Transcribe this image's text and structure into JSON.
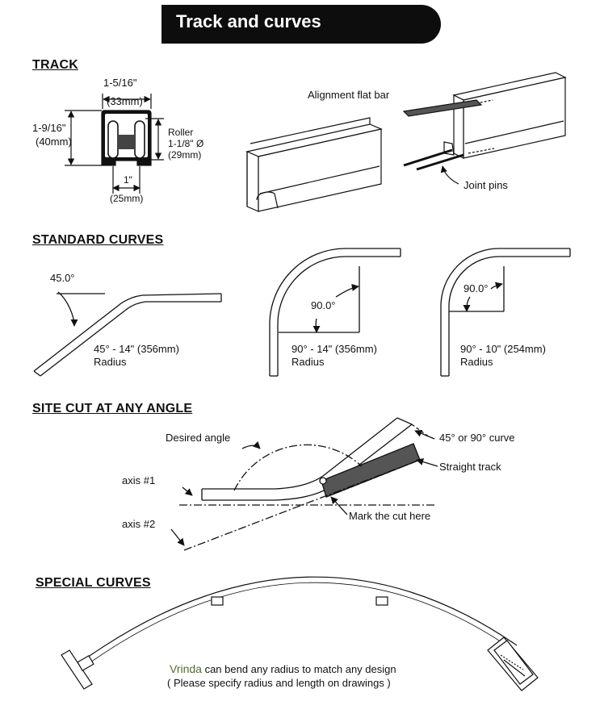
{
  "title": "Track and curves",
  "sections": {
    "track": "TRACK",
    "standard_curves": "STANDARD CURVES",
    "site_cut": "SITE CUT AT ANY ANGLE",
    "special_curves": "SPECIAL CURVES"
  },
  "track": {
    "width_in": "1-5/16\"",
    "width_mm": "(33mm)",
    "height_in": "1-9/16\"",
    "height_mm": "(40mm)",
    "roller_label": "Roller",
    "roller_dia": "1-1/8\" Ø",
    "roller_mm": "(29mm)",
    "slot_in": "1\"",
    "slot_mm": "(25mm)",
    "alignment_bar": "Alignment flat bar",
    "joint_pins": "Joint pins"
  },
  "standard_curves": [
    {
      "angle": "45.0°",
      "spec": "45°  -  14\" (356mm)",
      "radius": "Radius"
    },
    {
      "angle": "90.0°",
      "spec": "90°  -  14\" (356mm)",
      "radius": "Radius"
    },
    {
      "angle": "90.0°",
      "spec": "90°  -  10\" (254mm)",
      "radius": "Radius"
    }
  ],
  "site_cut": {
    "desired_angle": "Desired angle",
    "curve": "45° or 90° curve",
    "straight_track": "Straight track",
    "axis1": "axis #1",
    "axis2": "axis #2",
    "mark": "Mark the cut here"
  },
  "special": {
    "brand": "Vrinda",
    "line1": " can bend any radius to match any design",
    "line2": "( Please specify radius and length on drawings )"
  }
}
